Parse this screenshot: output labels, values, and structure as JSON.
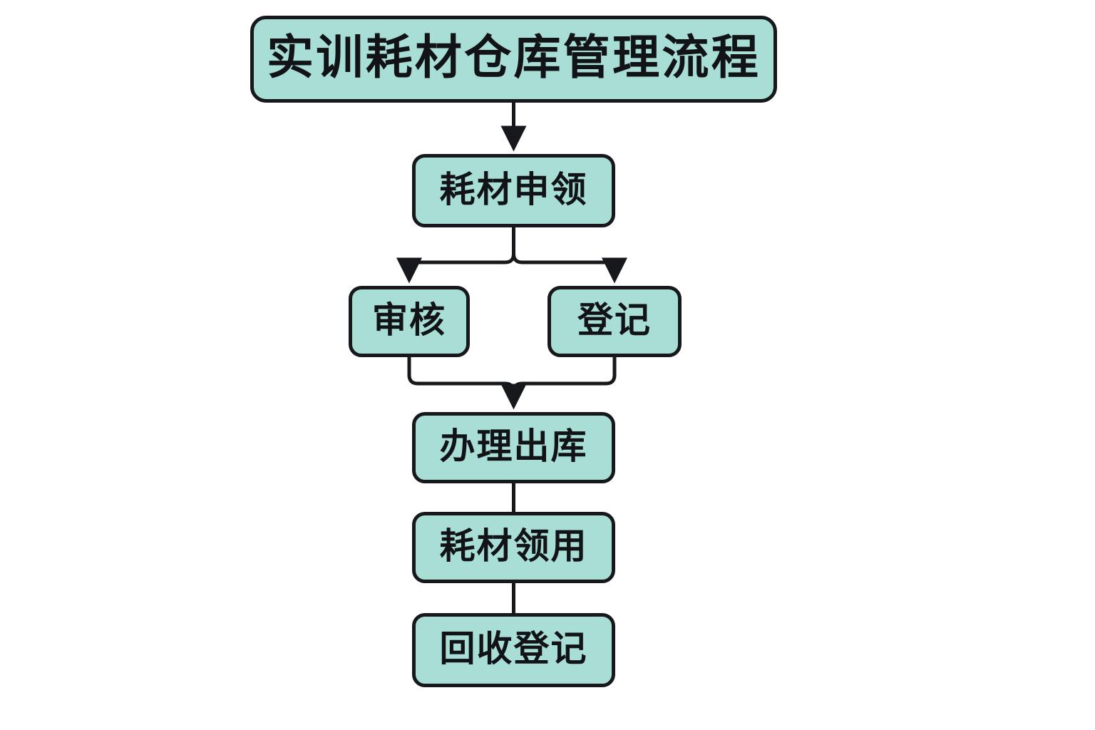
{
  "diagram": {
    "title": "实训耗材仓库管理流程",
    "type": "flowchart",
    "orientation": "top-to-bottom",
    "colors": {
      "node_fill": "#a8ded6",
      "node_border": "#16181c",
      "edge": "#16181c",
      "text": "#111317",
      "background": "#ffffff"
    },
    "nodes": [
      {
        "id": "title",
        "label": "实训耗材仓库管理流程",
        "shape": "rounded-rect",
        "role": "title"
      },
      {
        "id": "apply",
        "label": "耗材申领",
        "shape": "rounded-rect",
        "role": "step"
      },
      {
        "id": "review",
        "label": "审核",
        "shape": "rounded-rect",
        "role": "step"
      },
      {
        "id": "register",
        "label": "登记",
        "shape": "rounded-rect",
        "role": "step"
      },
      {
        "id": "issue",
        "label": "办理出库",
        "shape": "rounded-rect",
        "role": "step"
      },
      {
        "id": "use",
        "label": "耗材领用",
        "shape": "rounded-rect",
        "role": "step"
      },
      {
        "id": "recycle",
        "label": "回收登记",
        "shape": "rounded-rect",
        "role": "step"
      }
    ],
    "edges": [
      {
        "from": "title",
        "to": "apply",
        "style": "straight",
        "arrowhead": true
      },
      {
        "from": "apply",
        "to": "review",
        "style": "elbow-split-left",
        "arrowhead": true
      },
      {
        "from": "apply",
        "to": "register",
        "style": "elbow-split-right",
        "arrowhead": true
      },
      {
        "from": "review",
        "to": "issue",
        "style": "elbow-merge-left",
        "arrowhead": true
      },
      {
        "from": "register",
        "to": "issue",
        "style": "elbow-merge-right",
        "arrowhead": true
      },
      {
        "from": "issue",
        "to": "use",
        "style": "straight",
        "arrowhead": false
      },
      {
        "from": "use",
        "to": "recycle",
        "style": "straight",
        "arrowhead": false
      }
    ]
  }
}
